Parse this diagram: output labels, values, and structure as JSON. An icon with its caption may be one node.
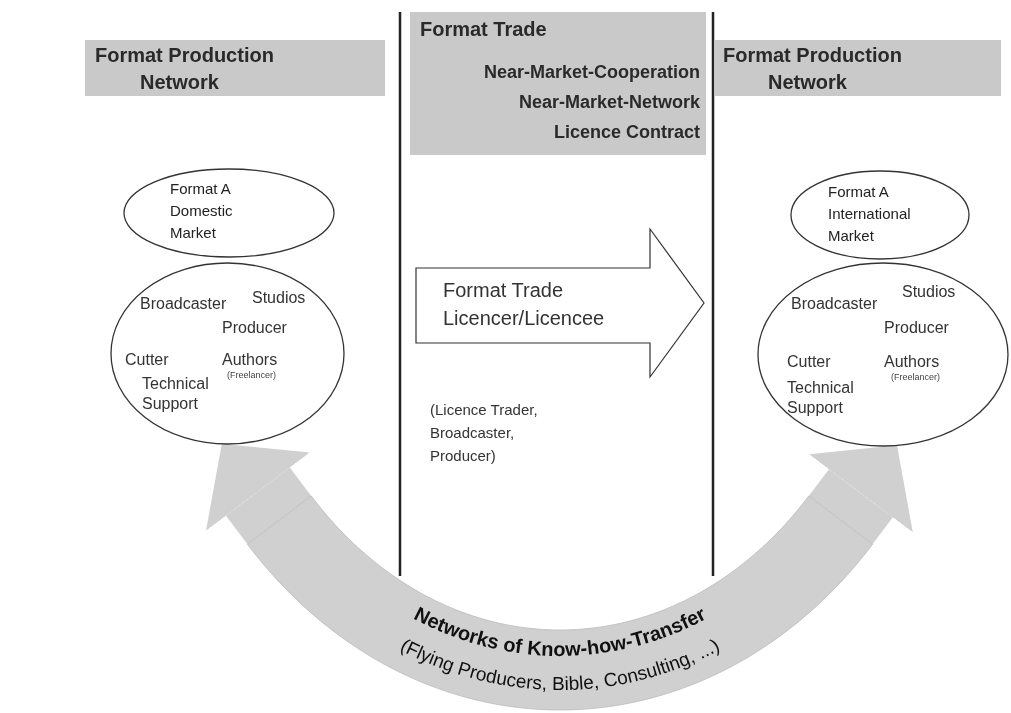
{
  "diagram": {
    "nodes": [
      {
        "text": [
          "Format Production Network"
        ]
      },
      {
        "text": [
          "Format Trade",
          "Near-Market-Cooperation",
          "Near-Market-Network",
          "Licence Contract"
        ]
      },
      {
        "text": [
          "Format Production Network"
        ]
      },
      {
        "text": [
          "Format A Domestic Market"
        ]
      },
      {
        "text": [
          "Broadcaster",
          "Studios",
          "Producer",
          "Cutter",
          "Authors",
          "(Freelancer)",
          "Technical Support"
        ]
      },
      {
        "text": [
          "Format Trade Licencer/Licencee"
        ],
        "beside": [
          "(Licence Trader, Broadcaster, Producer)"
        ]
      },
      {
        "text": [
          "Format A International Market"
        ]
      },
      {
        "text": [
          "Broadcaster",
          "Studios",
          "Producer",
          "Cutter",
          "Authors",
          "(Freelancer)",
          "Technical Support"
        ]
      },
      {
        "text": [
          "Networks of Know-how-Transfer",
          "(Flying Producers, Bible, Consulting, ...)"
        ]
      }
    ],
    "edges": [
      {
        "from": 8,
        "to": 4,
        "arrow": "to"
      },
      {
        "from": 8,
        "to": 7,
        "arrow": "to"
      }
    ]
  }
}
